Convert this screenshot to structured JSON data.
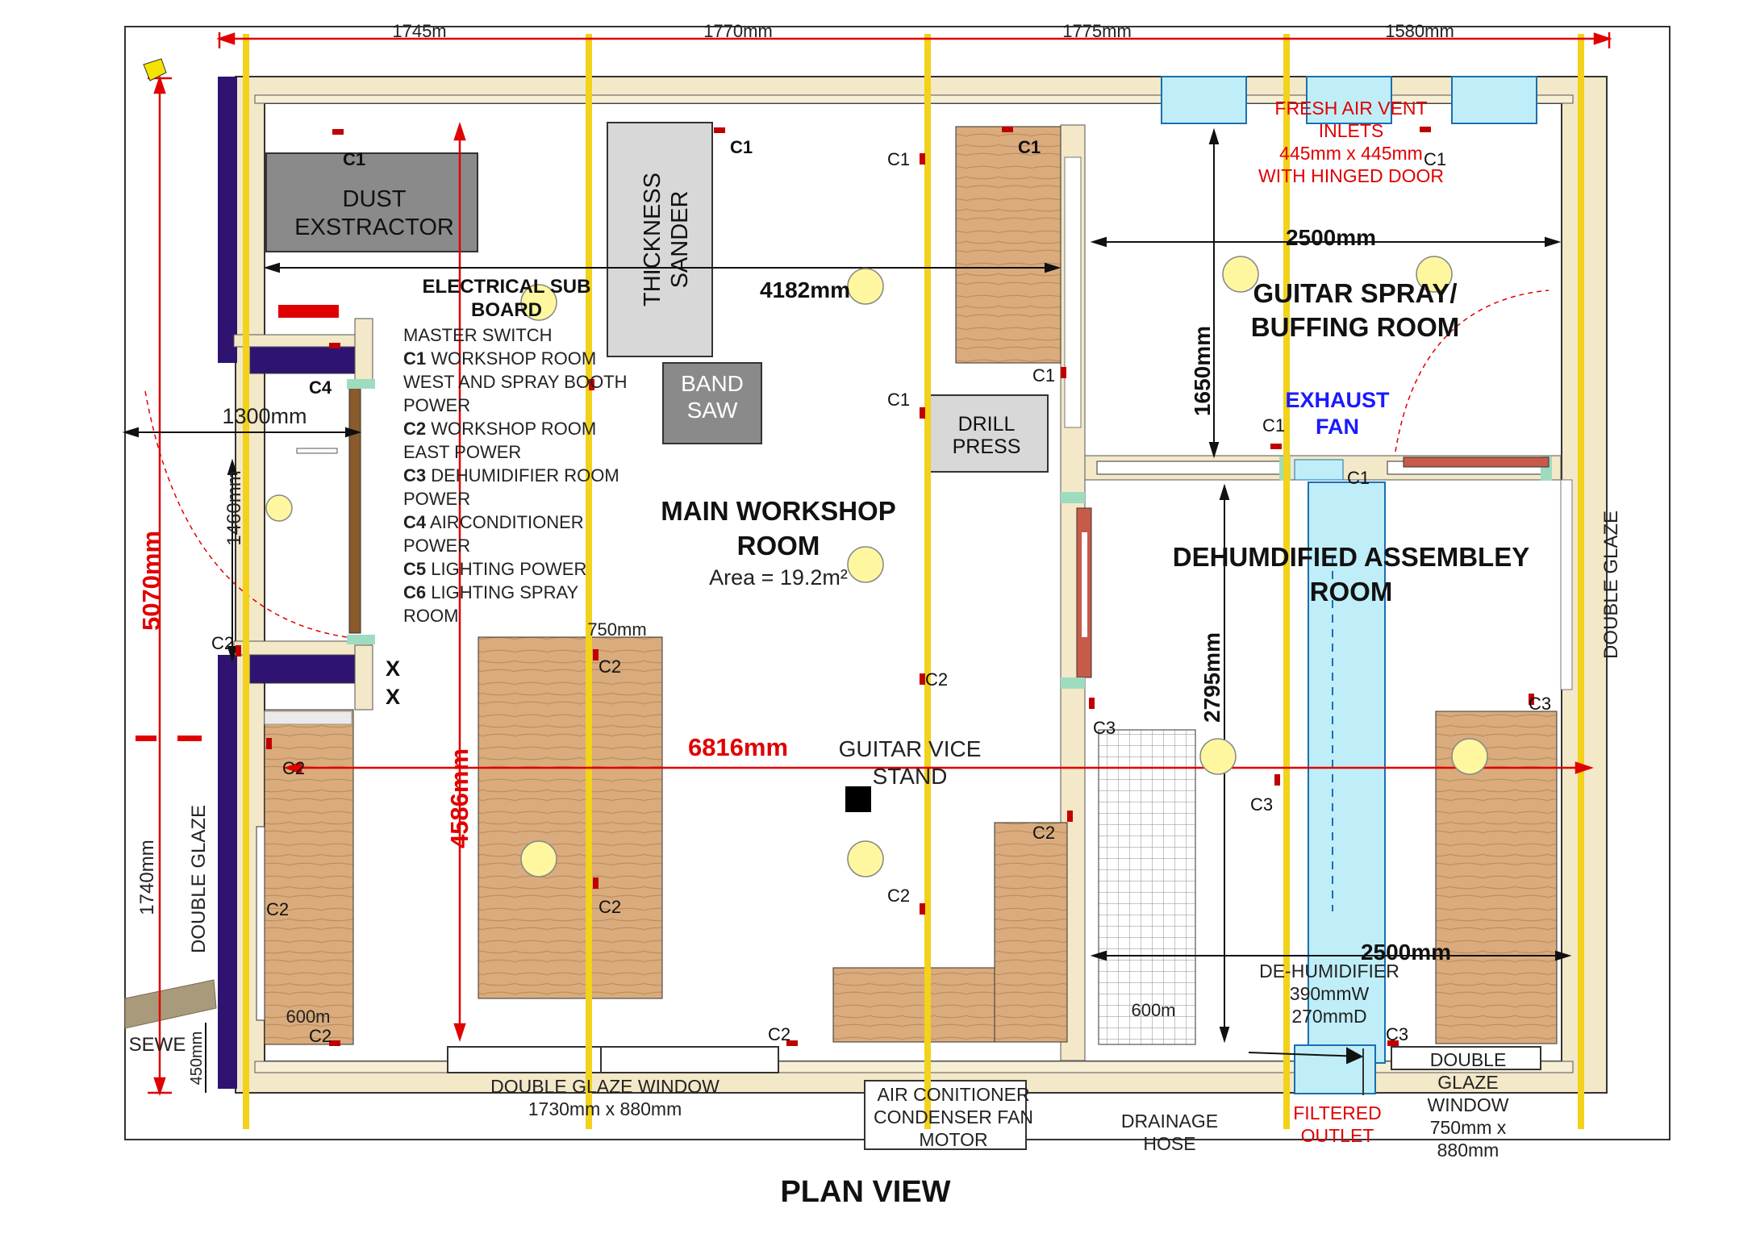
{
  "page_title": "PLAN VIEW",
  "colors": {
    "wall_frame": "#f3e8c8",
    "wall_edge": "#333333",
    "purple_wall": "#2e1470",
    "timber": "#d9ab7d",
    "grey_machine": "#8a8a8a",
    "light_grey_machine": "#d8d8d8",
    "yellow_line": "#f2d21a",
    "red_dimension": "#e00000",
    "light_fixture": "#fff7a0",
    "vent_cyan": "#bfeef8",
    "blue_text": "#1a1aff"
  },
  "top_dimensions": [
    "1745m",
    "1770mm",
    "1775mm",
    "1580mm"
  ],
  "rooms": {
    "main_workshop": {
      "title_line1": "MAIN WORKSHOP",
      "title_line2": "ROOM",
      "area": "Area = 19.2m²"
    },
    "spray_room": {
      "title_line1": "GUITAR SPRAY/",
      "title_line2": "BUFFING ROOM"
    },
    "assembly_room": {
      "title_line1": "DEHUMDIFIED ASSEMBLEY",
      "title_line2": "ROOM"
    }
  },
  "machines": {
    "dust_extractor_1": "DUST",
    "dust_extractor_2": "EXSTRACTOR",
    "thickness_sander_1": "THICKNESS",
    "thickness_sander_2": "SANDER",
    "band_saw_1": "BAND",
    "band_saw_2": "SAW",
    "drill_press_1": "DRILL",
    "drill_press_2": "PRESS",
    "guitar_vice_1": "GUITAR VICE",
    "guitar_vice_2": "STAND"
  },
  "electrical": {
    "title_line1": "ELECTRICAL SUB",
    "title_line2": "BOARD",
    "legend": [
      {
        "code": "",
        "text": "MASTER SWITCH"
      },
      {
        "code": "C1",
        "text": " WORKSHOP ROOM"
      },
      {
        "code": "",
        "text": "WEST AND SPRAY BOOTH"
      },
      {
        "code": "",
        "text": "POWER"
      },
      {
        "code": "C2",
        "text": " WORKSHOP ROOM"
      },
      {
        "code": "",
        "text": "EAST POWER"
      },
      {
        "code": "C3",
        "text": " DEHUMIDIFIER ROOM"
      },
      {
        "code": "",
        "text": "POWER"
      },
      {
        "code": "C4",
        "text": " AIRCONDITIONER"
      },
      {
        "code": "",
        "text": "POWER"
      },
      {
        "code": "C5",
        "text": " LIGHTING POWER"
      },
      {
        "code": "C6",
        "text": " LIGHTING SPRAY"
      },
      {
        "code": "",
        "text": "ROOM"
      }
    ]
  },
  "circuit_labels": [
    "C1",
    "C2",
    "C3",
    "C4"
  ],
  "dimensions": {
    "total_height": "5070mm",
    "inner_height": "4586mm",
    "total_width": "6816mm",
    "workshop_width": "4182mm",
    "spray_width": "2500mm",
    "spray_depth": "1650mm",
    "assembly_width": "2500mm",
    "assembly_depth": "2795mm",
    "entry_width": "1300mm",
    "entry_depth": "1460mm",
    "left_glaze": "1740mm",
    "bench_width": "750mm",
    "bench_600_a": "600m",
    "bench_600_b": "600m",
    "sewer_offset": "450mm"
  },
  "annotations": {
    "fresh_air_1": "FRESH AIR VENT",
    "fresh_air_2": "INLETS",
    "fresh_air_3": "445mm x 445mm",
    "fresh_air_4": "WITH HINGED DOOR",
    "exhaust_1": "EXHAUST",
    "exhaust_2": "FAN",
    "dehumidifier_1": "DE-HUMIDIFIER",
    "dehumidifier_2": "390mmW",
    "dehumidifier_3": "270mmD",
    "window_bottom_1": "DOUBLE GLAZE WINDOW",
    "window_bottom_2": "1730mm x 880mm",
    "ac_1": "AIR CONITIONER",
    "ac_2": "CONDENSER FAN",
    "ac_3": "MOTOR",
    "drainage_1": "DRAINAGE",
    "drainage_2": "HOSE",
    "filtered_1": "FILTERED",
    "filtered_2": "OUTLET",
    "window_right_1": "DOUBLE",
    "window_right_2": "GLAZE",
    "window_right_3": "WINDOW",
    "window_right_4": "750mm x",
    "window_right_5": "880mm",
    "double_glaze_left": "DOUBLE GLAZE",
    "double_glaze_right": "DOUBLE GLAZE",
    "sewer": "SEWE",
    "cross": "X"
  }
}
